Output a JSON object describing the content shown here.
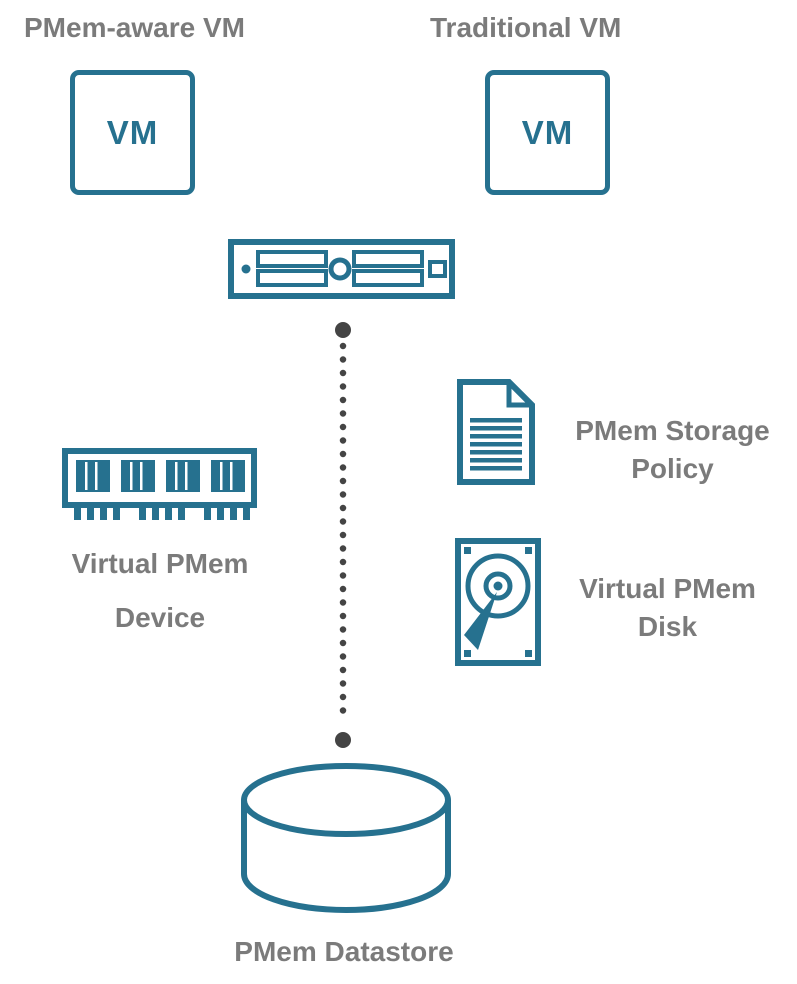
{
  "colors": {
    "accent_teal": "#26718F",
    "label_gray": "#7B7B7B",
    "connector_gray": "#444444",
    "background": "#FFFFFF"
  },
  "nodes": {
    "pmem_aware_vm": {
      "title": "PMem-aware VM",
      "box_label": "VM",
      "icon": "vm-box"
    },
    "traditional_vm": {
      "title": "Traditional VM",
      "box_label": "VM",
      "icon": "vm-box"
    },
    "host_server": {
      "icon": "server-icon"
    },
    "virtual_pmem_device": {
      "icon": "memory-dimm-icon",
      "lines": [
        "Virtual PMem",
        "Device"
      ]
    },
    "pmem_storage_policy": {
      "icon": "policy-document-icon",
      "lines": [
        "PMem Storage",
        "Policy"
      ]
    },
    "virtual_pmem_disk": {
      "icon": "hard-disk-icon",
      "lines": [
        "Virtual PMem",
        "Disk"
      ]
    },
    "pmem_datastore": {
      "icon": "datastore-cylinder-icon",
      "label": "PMem Datastore"
    }
  },
  "connector": {
    "type": "vertical-dotted-line",
    "from": "host-server",
    "to": "pmem-datastore"
  }
}
